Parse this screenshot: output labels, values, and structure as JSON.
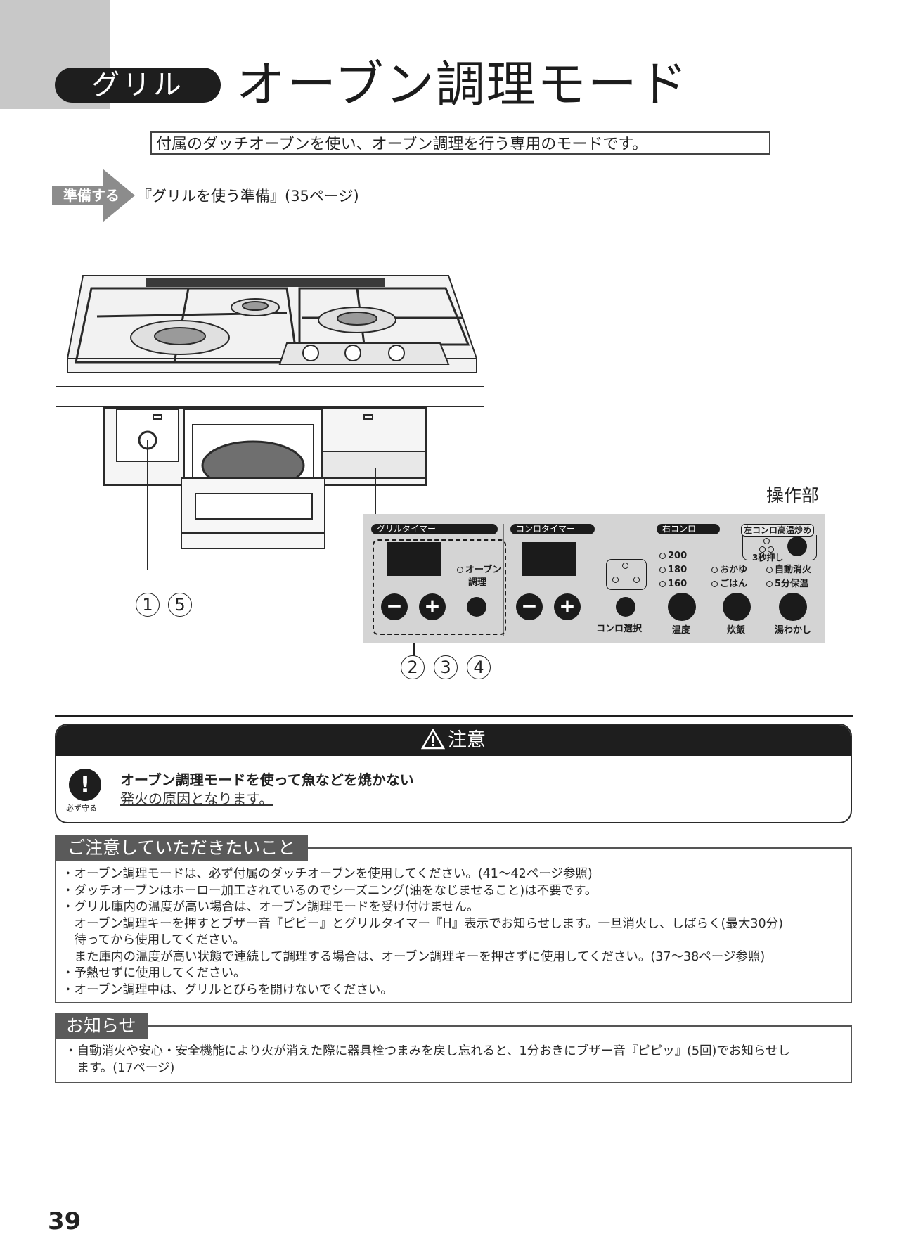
{
  "header": {
    "mode_label": "グリル",
    "title": "オーブン調理モード"
  },
  "intro": "付属のダッチオーブンを使い、オーブン調理を行う専用のモードです。",
  "prep": {
    "label": "準備する",
    "ref": "『グリルを使う準備』(35ページ)"
  },
  "panel": {
    "title": "操作部",
    "grill_timer": "グリルタイマー",
    "konro_timer": "コンロタイマー",
    "right_konro": "右コンロ",
    "left_high_temp": "左コンロ高温炒め",
    "three_sec": "3秒押し",
    "oven_label_1": "オーブン",
    "oven_label_2": "調理",
    "minus": "−",
    "plus": "+",
    "temp_200": "200",
    "temp_180": "180",
    "temp_160": "160",
    "okayu": "おかゆ",
    "gohan": "ごはん",
    "auto_off": "自動消火",
    "keep_warm": "5分保温",
    "konro_select": "コンロ選択",
    "ondo": "温度",
    "suihan": "炊飯",
    "yuwakashi": "湯わかし"
  },
  "callouts": {
    "c1": "1",
    "c5": "5",
    "c2": "2",
    "c3": "3",
    "c4": "4"
  },
  "caution": {
    "title": "注意",
    "icon_label": "必ず守る",
    "main": "オーブン調理モードを使って魚などを焼かない",
    "sub": "発火の原因となります。"
  },
  "notes": {
    "title": "ご注意していただきたいこと",
    "items": [
      "・オーブン調理モードは、必ず付属のダッチオーブンを使用してください。(41〜42ページ参照)",
      "・ダッチオーブンはホーロー加工されているのでシーズニング(油をなじませること)は不要です。",
      "・グリル庫内の温度が高い場合は、オーブン調理モードを受け付けません。",
      "　オーブン調理キーを押すとブザー音『ピピー』とグリルタイマー『H』表示でお知らせします。一旦消火し、しばらく(最大30分)",
      "　待ってから使用してください。",
      "　また庫内の温度が高い状態で連続して調理する場合は、オーブン調理キーを押さずに使用してください。(37〜38ページ参照)",
      "・予熱せずに使用してください。",
      "・オーブン調理中は、グリルとびらを開けないでください。"
    ]
  },
  "info": {
    "title": "お知らせ",
    "items": [
      "・自動消火や安心・安全機能により火が消えた際に器具栓つまみを戻し忘れると、1分おきにブザー音『ピピッ』(5回)でお知らせし",
      "　ます。(17ページ)"
    ]
  },
  "page_number": "39"
}
